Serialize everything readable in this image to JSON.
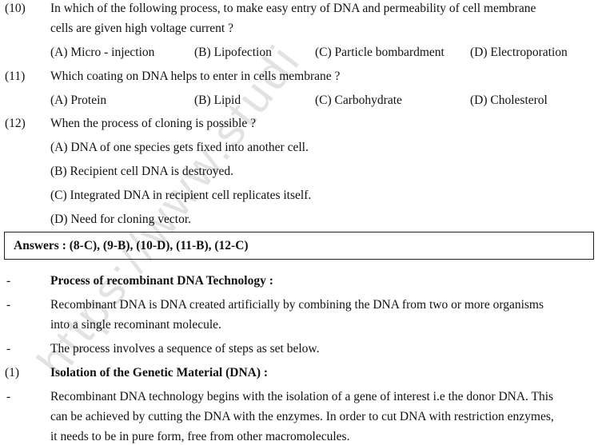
{
  "questions": [
    {
      "num": "(10)",
      "line1": "In which of the following process, to make easy entry of  DNA and permeability of cell membrane",
      "line2": "cells are given high voltage current ?",
      "options": [
        "(A) Micro - injection",
        "(B) Lipofection",
        "(C) Particle bombardment",
        "(D) Electroporation"
      ]
    },
    {
      "num": "(11)",
      "line1": "Which coating on  DNA helps to enter in cells membrane ?",
      "options": [
        "(A) Protein",
        "(B)  Lipid",
        "(C) Carbohydrate",
        "(D) Cholesterol"
      ]
    },
    {
      "num": "(12)",
      "line1": "When the process of cloning is possible ?",
      "options": [
        "(A) DNA of one species gets fixed into another cell.",
        "(B) Recipient cell DNA is destroyed.",
        "(C) Integrated DNA in recipient cell replicates itself.",
        "(D) Need for cloning vector."
      ]
    }
  ],
  "answers": "Answers  : (8-C), (9-B), (10-D), (11-B), (12-C)",
  "section": {
    "dash": "-",
    "heading": "Process of recombinant DNA Technology :",
    "para1_line1": "Recombinant DNA is DNA created artificially by combining the DNA from two or more organisms",
    "para1_line2": "into a single recominant molecule.",
    "para2": "The process involves a sequence of steps as set below.",
    "step_num": "(1)",
    "step_heading": "Isolation of the Genetic Material (DNA) :",
    "para3_line1": "Recombinant DNA technology begins with the isolation of a gene of interest i.e the donor DNA. This",
    "para3_line2": "can be achieved by cutting the DNA with the enzymes. In order to cut DNA with restriction enzymes,",
    "para3_line3": "it needs to be in pure form, free from other macromolecules."
  },
  "watermark": "https://www.studi"
}
